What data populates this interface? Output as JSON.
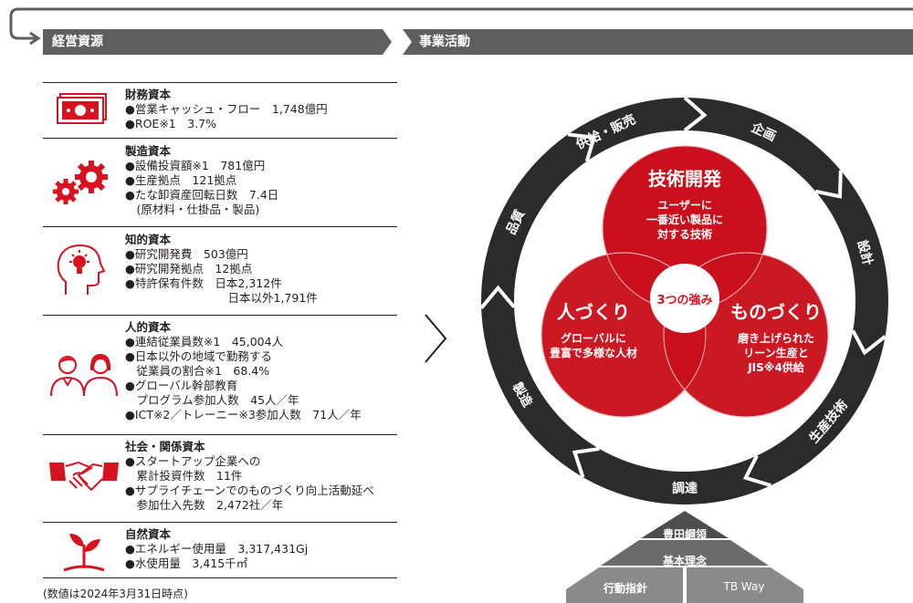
{
  "headers": {
    "left": "経営資源",
    "right": "事業活動"
  },
  "resources": [
    {
      "title": "財務資本",
      "items": [
        "●営業キャッシュ・フロー　1,748億円",
        "●ROE※1　3.7%"
      ]
    },
    {
      "title": "製造資本",
      "items": [
        "●設備投資額※1　781億円",
        "●生産拠点　121拠点",
        "●たな卸資産回転日数　7.4日",
        "　(原材料・仕掛品・製品)"
      ]
    },
    {
      "title": "知的資本",
      "items": [
        "●研究開発費　503億円",
        "●研究開発拠点　12拠点",
        "●特許保有件数　日本2,312件",
        "　　　　　　　　　日本以外1,791件"
      ]
    },
    {
      "title": "人的資本",
      "items": [
        "●連結従業員数※1　45,004人",
        "●日本以外の地域で勤務する",
        "　従業員の割合※1　68.4%",
        "●グローバル幹部教育",
        "　プログラム参加人数　45人／年",
        "●ICT※2／トレーニー※3参加人数　71人／年"
      ]
    },
    {
      "title": "社会・関係資本",
      "items": [
        "●スタートアップ企業への",
        "　累計投資件数　11件",
        "●サプライチェーンでのものづくり向上活動延べ",
        "　参加仕入先数　2,472社／年"
      ]
    },
    {
      "title": "自然資本",
      "items": [
        "●エネルギー使用量　3,317,431Gj",
        "●水使用量　3,415千㎥"
      ]
    }
  ],
  "footnote": "(数値は2024年3月31日時点)",
  "cycle": {
    "labels": [
      "供給・販売",
      "企画",
      "設計",
      "生産技術",
      "調達",
      "製造",
      "品質"
    ]
  },
  "strengths": {
    "center": "3つの強み",
    "top": {
      "title": "技術開発",
      "lines": [
        "ユーザーに",
        "一番近い製品に",
        "対する技術"
      ]
    },
    "left": {
      "title": "人づくり",
      "lines": [
        "グローバルに",
        "豊富で多様な人材"
      ]
    },
    "right": {
      "title": "ものづくり",
      "lines": [
        "磨き上げられた",
        "リーン生産と",
        "JIS※4供給"
      ]
    }
  },
  "pyramid": {
    "top": "豊田綱領",
    "middle": "基本理念",
    "bottom_left": "行動指針",
    "bottom_right": "TB Way"
  },
  "colors": {
    "red": "#d9121f",
    "dark_gray": "#5f5f60",
    "ring": "#2b2b2b"
  }
}
